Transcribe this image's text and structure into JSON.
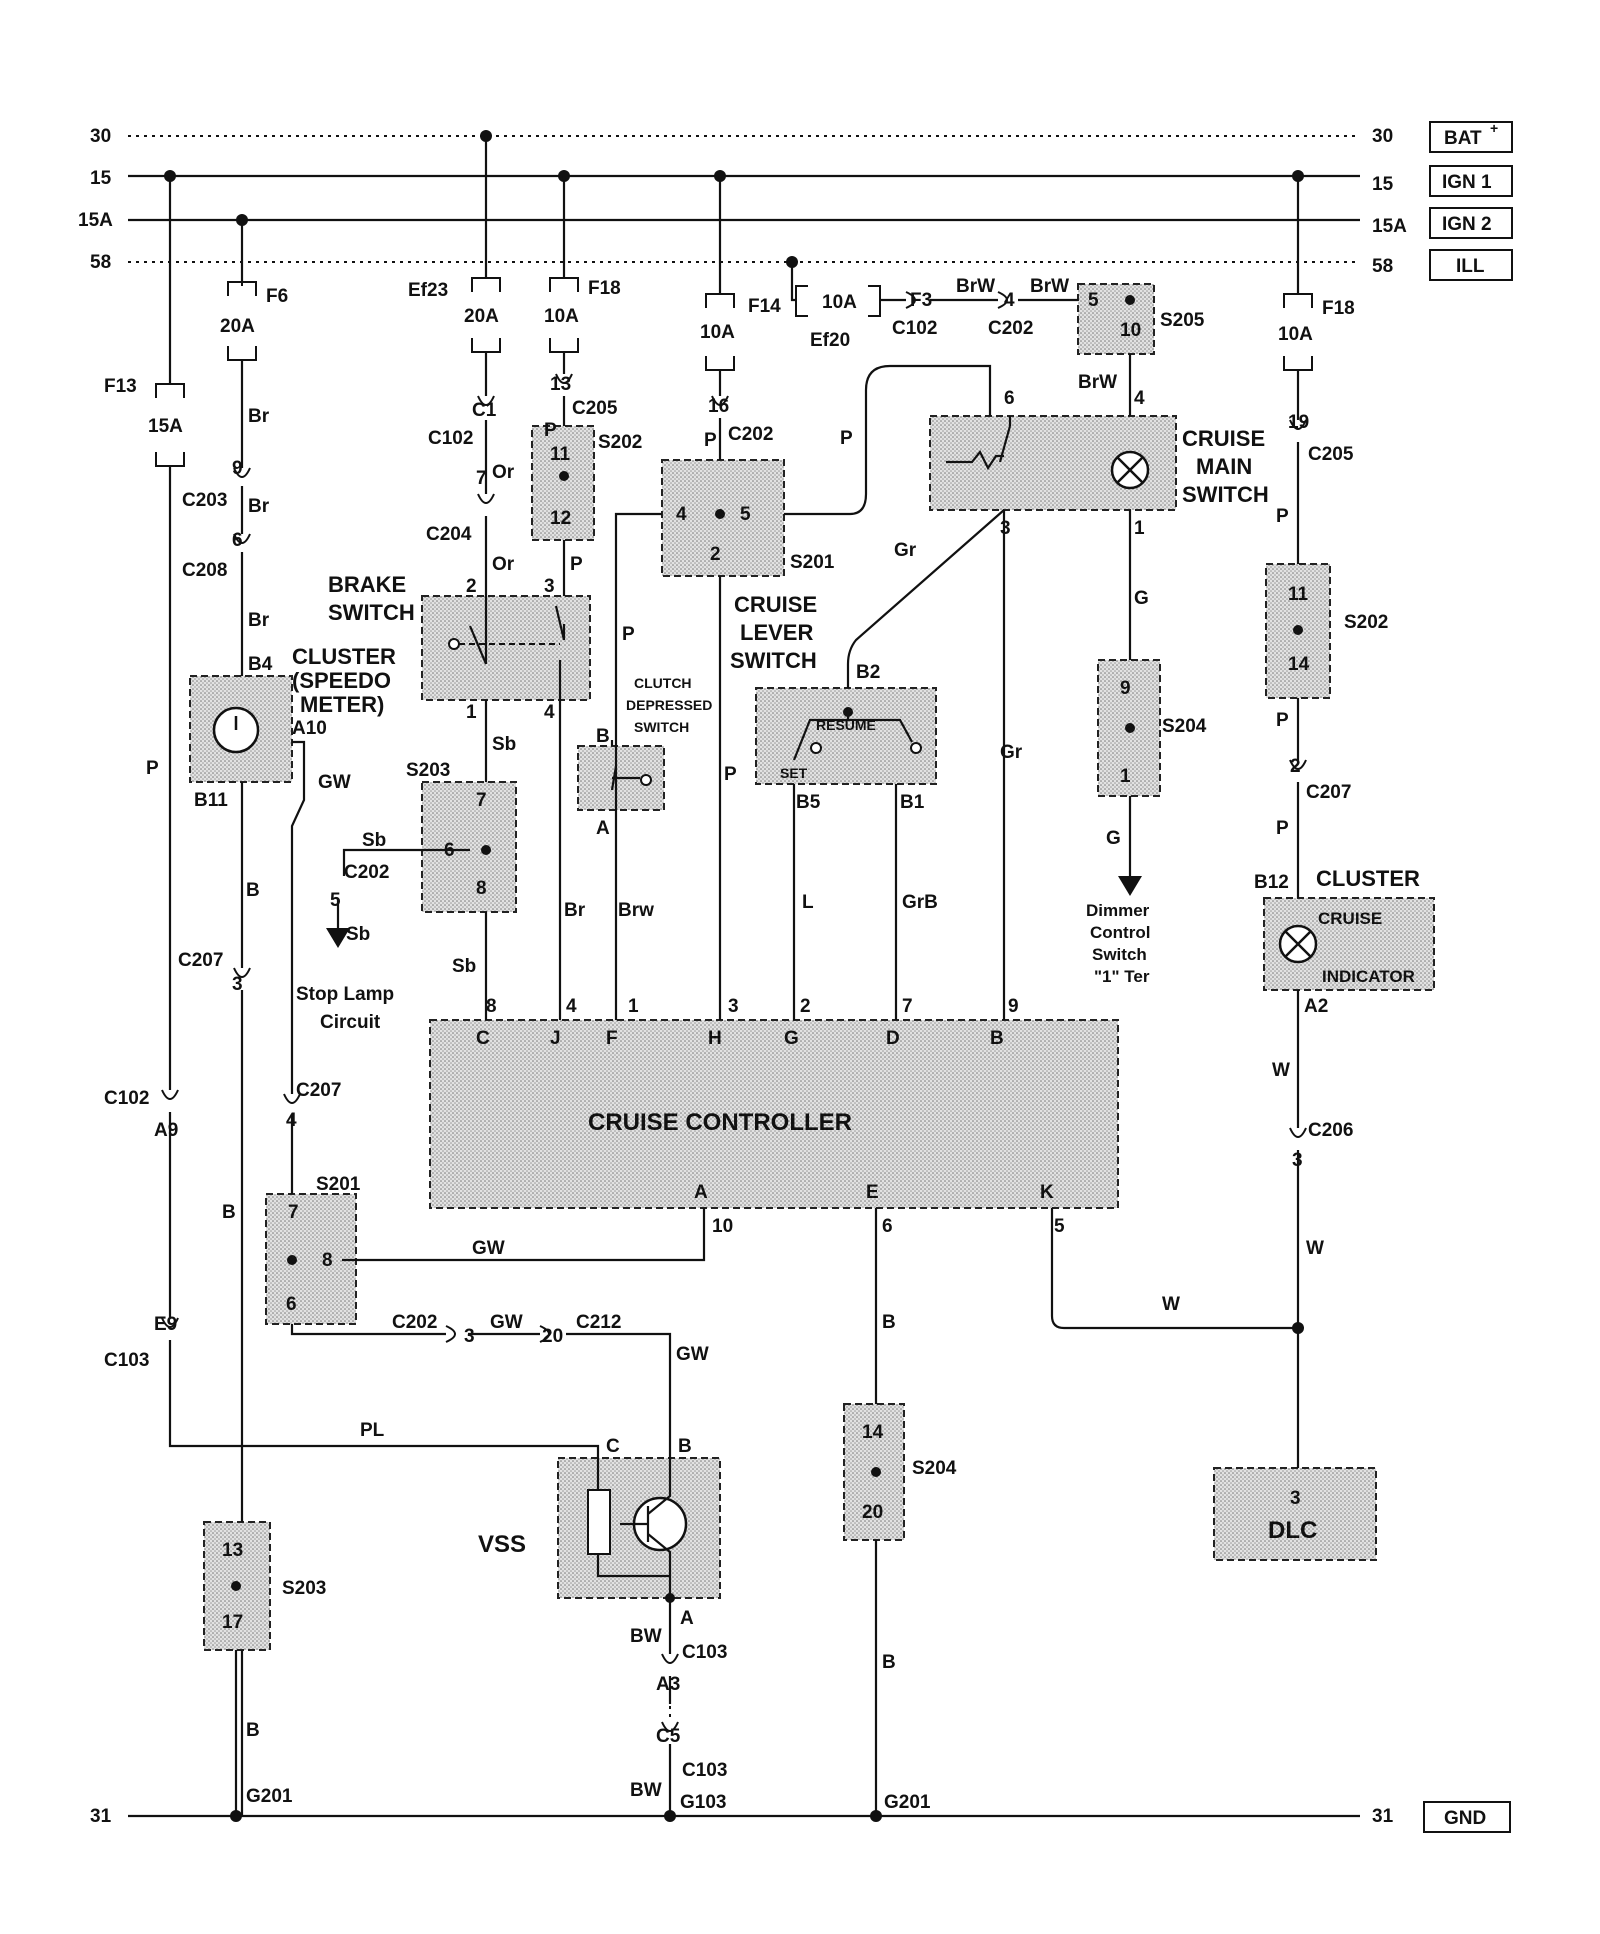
{
  "rails": {
    "bat": {
      "num": "30",
      "tag": "BAT",
      "sup": "+"
    },
    "ign1": {
      "num": "15",
      "tag": "IGN 1"
    },
    "ign2": {
      "num": "15A",
      "tag": "IGN 2"
    },
    "ill": {
      "num": "58",
      "tag": "ILL"
    },
    "gnd": {
      "num": "31",
      "tag": "GND"
    }
  },
  "fuses": {
    "f6": "F6",
    "f6_rating": "20A",
    "f13": "F13",
    "f13_rating": "15A",
    "ef23": "Ef23",
    "ef23_rating": "20A",
    "f18a": "F18",
    "f18a_rating": "10A",
    "f14": "F14",
    "f14_rating": "10A",
    "ef20": "Ef20",
    "ef20_rating": "10A",
    "f18b": "F18",
    "f18b_rating": "10A"
  },
  "components": {
    "brake_switch": [
      "BRAKE",
      "SWITCH"
    ],
    "cluster_speedo": [
      "CLUSTER",
      "(SPEEDO",
      "METER)"
    ],
    "clutch_switch": [
      "CLUTCH",
      "DEPRESSED",
      "SWITCH"
    ],
    "cruise_lever": [
      "CRUISE",
      "LEVER",
      "SWITCH"
    ],
    "cruise_main": [
      "CRUISE",
      "MAIN",
      "SWITCH"
    ],
    "cluster_cruise": [
      "CLUSTER",
      "CRUISE",
      "INDICATOR"
    ],
    "cruise_controller": "CRUISE CONTROLLER",
    "vss": "VSS",
    "dlc": "DLC",
    "resume": "RESUME",
    "set": "SET"
  },
  "notes": {
    "stop_lamp": [
      "Stop Lamp",
      "Circuit"
    ],
    "dimmer": [
      "Dimmer",
      "Control",
      "Switch",
      "\"1\" Ter"
    ]
  },
  "connectors": {
    "c102": "C102",
    "c103": "C103",
    "c202": "C202",
    "c203": "C203",
    "c204": "C204",
    "c205": "C205",
    "c206": "C206",
    "c207": "C207",
    "c208": "C208",
    "c212": "C212",
    "c1": "C1",
    "f3": "F3",
    "s201": "S201",
    "s202": "S202",
    "s203": "S203",
    "s204": "S204",
    "s205": "S205",
    "g201": "G201",
    "g103": "G103",
    "a9": "A9",
    "e9": "E9",
    "a3": "A3",
    "c5": "C5",
    "b4": "B4",
    "a10": "A10",
    "b11": "B11",
    "b2": "B2",
    "b5": "B5",
    "b1": "B1",
    "b12": "B12",
    "a2": "A2"
  },
  "wire_colors": {
    "p": "P",
    "br": "Br",
    "or": "Or",
    "sb": "Sb",
    "gw": "GW",
    "b": "B",
    "brw": "BrW",
    "brw2": "Brw",
    "gr": "Gr",
    "g": "G",
    "l": "L",
    "grb": "GrB",
    "w": "W",
    "pl": "PL",
    "bw": "BW"
  },
  "pins": {
    "n1": "1",
    "n2": "2",
    "n3": "3",
    "n4": "4",
    "n5": "5",
    "n6": "6",
    "n7": "7",
    "n8": "8",
    "n9": "9",
    "n10": "10",
    "n11": "11",
    "n12": "12",
    "n13": "13",
    "n14": "14",
    "n16": "16",
    "n17": "17",
    "n19": "19",
    "n20": "20",
    "pA": "A",
    "pB": "B",
    "pC": "C",
    "pE": "E",
    "pF": "F",
    "pG": "G",
    "pH": "H",
    "pJ": "J",
    "pK": "K",
    "pD": "D"
  }
}
